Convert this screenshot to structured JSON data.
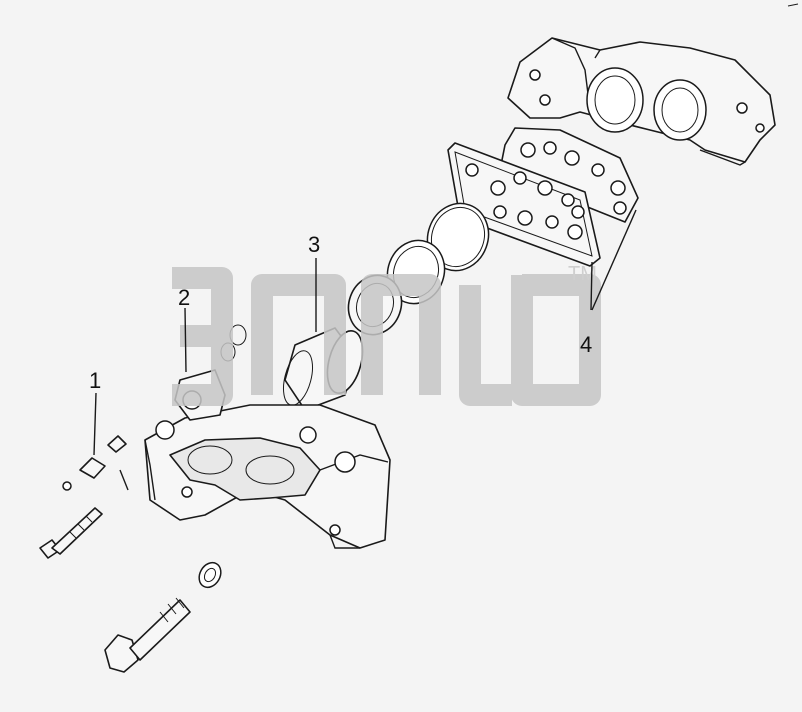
{
  "diagram": {
    "callouts": [
      {
        "label": "1"
      },
      {
        "label": "2"
      },
      {
        "label": "3"
      },
      {
        "label": "4"
      }
    ],
    "watermark": {
      "mark": "TM"
    }
  }
}
